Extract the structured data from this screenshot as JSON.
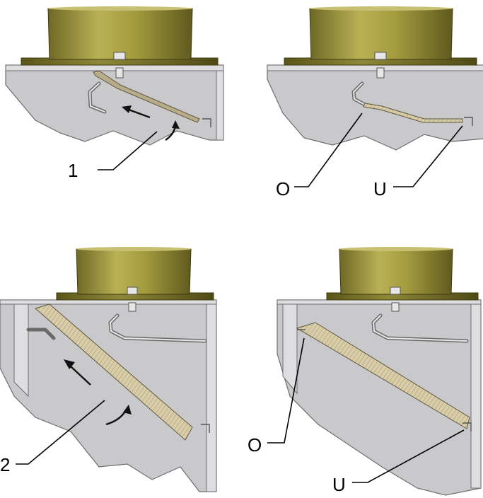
{
  "labels": {
    "callout_1": "1",
    "callout_2": "2",
    "callout_o_top": "O",
    "callout_u_top": "U",
    "callout_o_bottom": "O",
    "callout_u_bottom": "U"
  },
  "colors": {
    "housing": "#c9c9cb",
    "dome": "#a39b3e",
    "plate": "#d8cda8"
  }
}
